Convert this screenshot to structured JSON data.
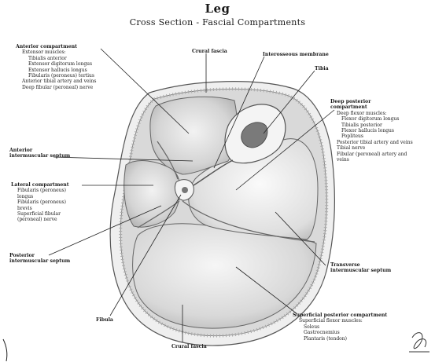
{
  "title": "Leg",
  "subtitle": "Cross Section - Fascial Compartments",
  "labels": {
    "anterior_compartment": {
      "heading": "Anterior compartment",
      "items": [
        "Extensor muscles:",
        "Tibialis anterior",
        "Extensor digitorum longus",
        "Extensor hallucis longus",
        "Fibularis (peroneus) tertius",
        "Anterior tibial artery and veins",
        "Deep fibular (peroneal) nerve"
      ]
    },
    "crural_fascia": "Crural fascia",
    "interosseous_membrane": "Interosseous membrane",
    "tibia": "Tibia",
    "deep_posterior_compartment": {
      "heading": "Deep posterior compartment",
      "items": [
        "Deep flexor muscles:",
        "Flexor digitorum longus",
        "Tibialis posterior",
        "Flexor hallucis longus",
        "Popliteus",
        "Posterior tibial artery and veins",
        "Tibial nerve",
        "Fibular (peroneal) artery and veins"
      ]
    },
    "anterior_septum": {
      "lines": [
        "Anterior",
        "intermuscular septum"
      ]
    },
    "lateral_compartment": {
      "heading": "Lateral compartment",
      "items": [
        "Fibularis (peroneus) longus",
        "Fibularis (peroneus) brevis",
        "Superficial fibular (peroneal) nerve"
      ]
    },
    "posterior_septum": {
      "lines": [
        "Posterior",
        "intermuscular septum"
      ]
    },
    "transverse_septum": {
      "lines": [
        "Transverse",
        "intermuscular septum"
      ]
    },
    "fibula": "Fibula",
    "crural_fascia_bottom": "Crural fascia",
    "superficial_posterior_compartment": {
      "heading": "Superficial posterior compartment",
      "items": [
        "Superficial flexor muscles:",
        "Soleus",
        "Gastrocnemius",
        "Plantaris (tendon)"
      ]
    }
  },
  "colors": {
    "bone": "#e8e8e8",
    "muscle": "#d6d6d6",
    "fascia": "#c9c9c9",
    "leader": "#222222"
  }
}
